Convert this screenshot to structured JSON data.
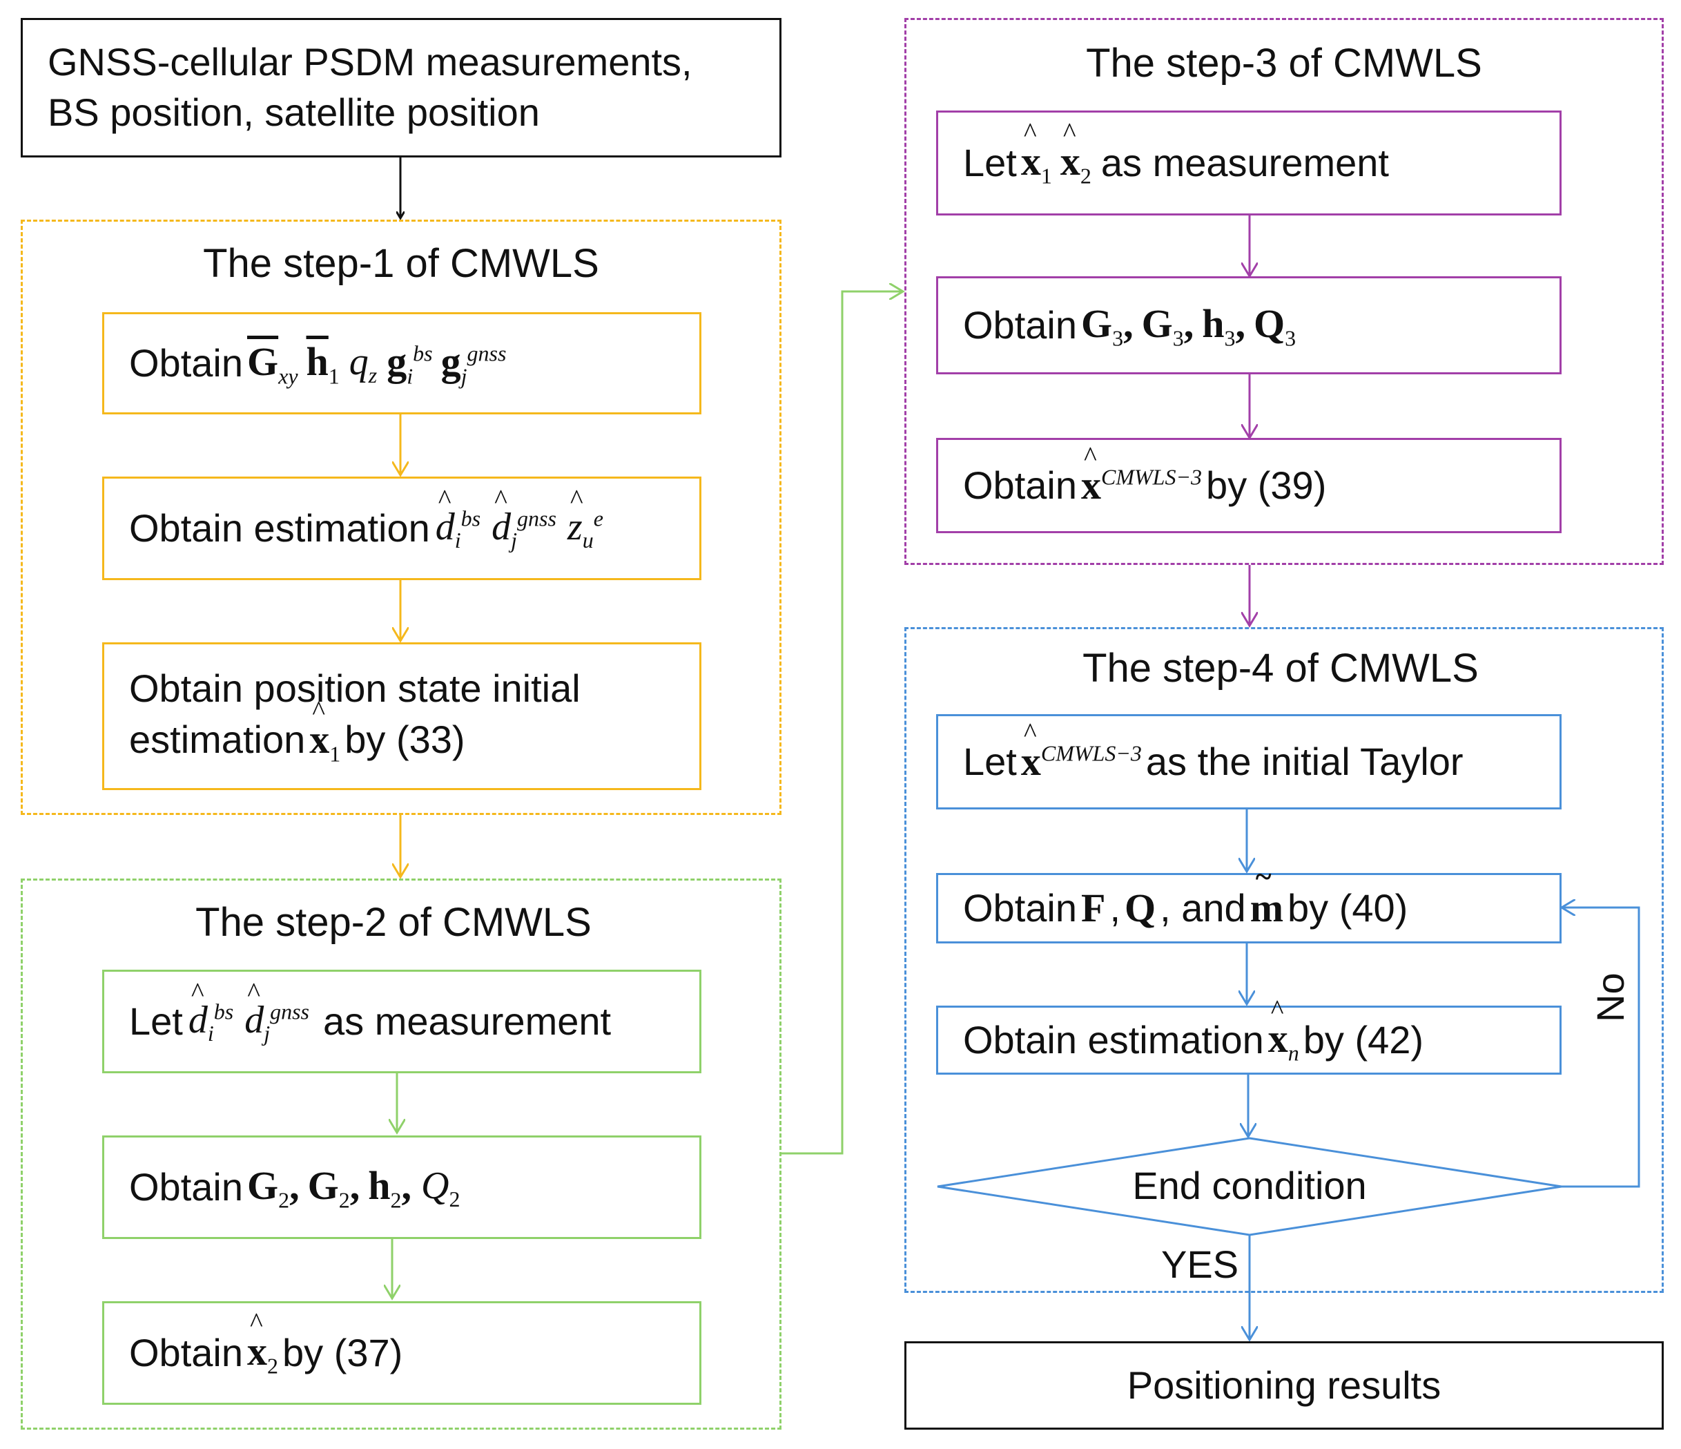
{
  "colors": {
    "step1": "#f5b81c",
    "step2": "#8fd16a",
    "step3": "#a23fa8",
    "step4": "#4a90d9",
    "black": "#111111"
  },
  "input_box": {
    "line1": "GNSS-cellular PSDM measurements,",
    "line2": "BS position, satellite position"
  },
  "step1": {
    "title": "The step-1 of CMWLS",
    "box1_prefix": "Obtain",
    "box2_prefix": "Obtain estimation",
    "box3_line1": "Obtain position state initial",
    "box3_line2_prefix": "estimation",
    "box3_line2_suffix": "by (33)"
  },
  "step2": {
    "title": "The step-2 of CMWLS",
    "box1_prefix": "Let",
    "box1_suffix": "as measurement",
    "box2_prefix": "Obtain",
    "box3_prefix": "Obtain",
    "box3_suffix": "by (37)"
  },
  "step3": {
    "title": "The step-3 of CMWLS",
    "box1_prefix": "Let",
    "box1_suffix": "as measurement",
    "box2_prefix": "Obtain",
    "box3_prefix": "Obtain",
    "box3_suffix": "by (39)"
  },
  "step4": {
    "title": "The step-4 of CMWLS",
    "box1_prefix": "Let",
    "box1_suffix": "as the initial Taylor",
    "box2_prefix": "Obtain",
    "box2_mid1": ",",
    "box2_mid2": ", and",
    "box2_suffix": "by (40)",
    "box3_prefix": "Obtain estimation",
    "box3_suffix": "by (42)",
    "decision": "End condition",
    "no_label": "No",
    "yes_label": "YES"
  },
  "output_box": {
    "label": "Positioning results"
  }
}
